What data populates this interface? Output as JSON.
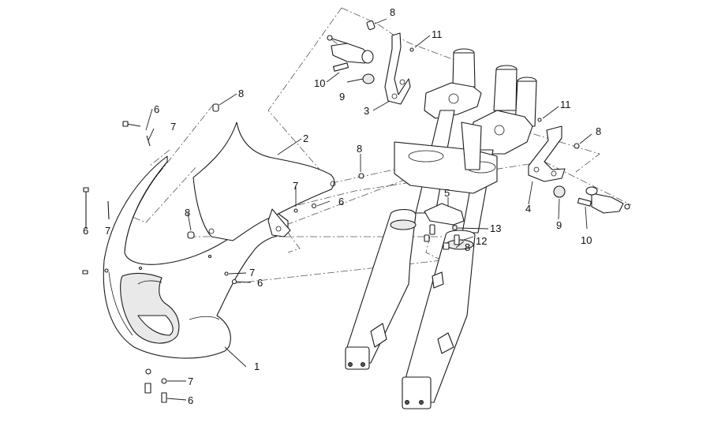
{
  "diagram": {
    "callouts": [
      {
        "id": "c1",
        "text": "1"
      },
      {
        "id": "c2",
        "text": "2"
      },
      {
        "id": "c3",
        "text": "3"
      },
      {
        "id": "c4",
        "text": "4"
      },
      {
        "id": "c5",
        "text": "5"
      },
      {
        "id": "c6a",
        "text": "6"
      },
      {
        "id": "c6b",
        "text": "6"
      },
      {
        "id": "c6c",
        "text": "6"
      },
      {
        "id": "c6d",
        "text": "6"
      },
      {
        "id": "c6e",
        "text": "6"
      },
      {
        "id": "c7a",
        "text": "7"
      },
      {
        "id": "c7b",
        "text": "7"
      },
      {
        "id": "c7c",
        "text": "7"
      },
      {
        "id": "c7d",
        "text": "7"
      },
      {
        "id": "c7e",
        "text": "7"
      },
      {
        "id": "c8a",
        "text": "8"
      },
      {
        "id": "c8b",
        "text": "8"
      },
      {
        "id": "c8c",
        "text": "8"
      },
      {
        "id": "c8d",
        "text": "8"
      },
      {
        "id": "c8e",
        "text": "8"
      },
      {
        "id": "c8f",
        "text": "8"
      },
      {
        "id": "c9a",
        "text": "9"
      },
      {
        "id": "c9b",
        "text": "9"
      },
      {
        "id": "c10a",
        "text": "10"
      },
      {
        "id": "c10b",
        "text": "10"
      },
      {
        "id": "c11a",
        "text": "11"
      },
      {
        "id": "c11b",
        "text": "11"
      },
      {
        "id": "c12",
        "text": "12"
      },
      {
        "id": "c13",
        "text": "13"
      }
    ]
  }
}
